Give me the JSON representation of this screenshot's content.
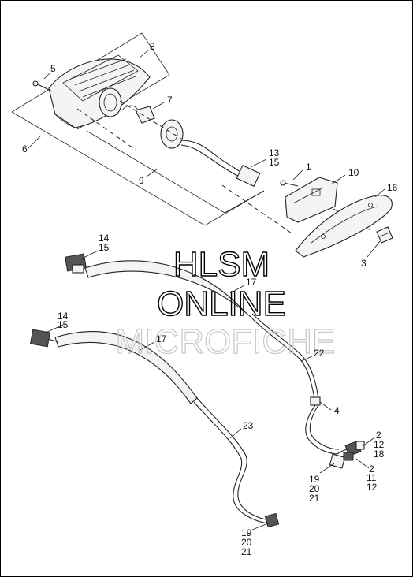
{
  "watermark": {
    "line1": "HLSM",
    "line2": "ONLINE",
    "line3": "MICROFICHE"
  },
  "callouts": {
    "c1": "1",
    "c2a": "2",
    "c12a": "12",
    "c18": "18",
    "c2b": "2",
    "c11": "11",
    "c12b": "12",
    "c3": "3",
    "c4": "4",
    "c5": "5",
    "c6": "6",
    "c7": "7",
    "c8": "8",
    "c9": "9",
    "c10": "10",
    "c13": "13",
    "c15a": "15",
    "c14a": "14",
    "c15b": "15",
    "c14b": "14",
    "c15c": "15",
    "c16": "16",
    "c17a": "17",
    "c17b": "17",
    "c19a": "19",
    "c20a": "20",
    "c21a": "21",
    "c19b": "19",
    "c20b": "20",
    "c21b": "21",
    "c22": "22",
    "c23": "23"
  }
}
